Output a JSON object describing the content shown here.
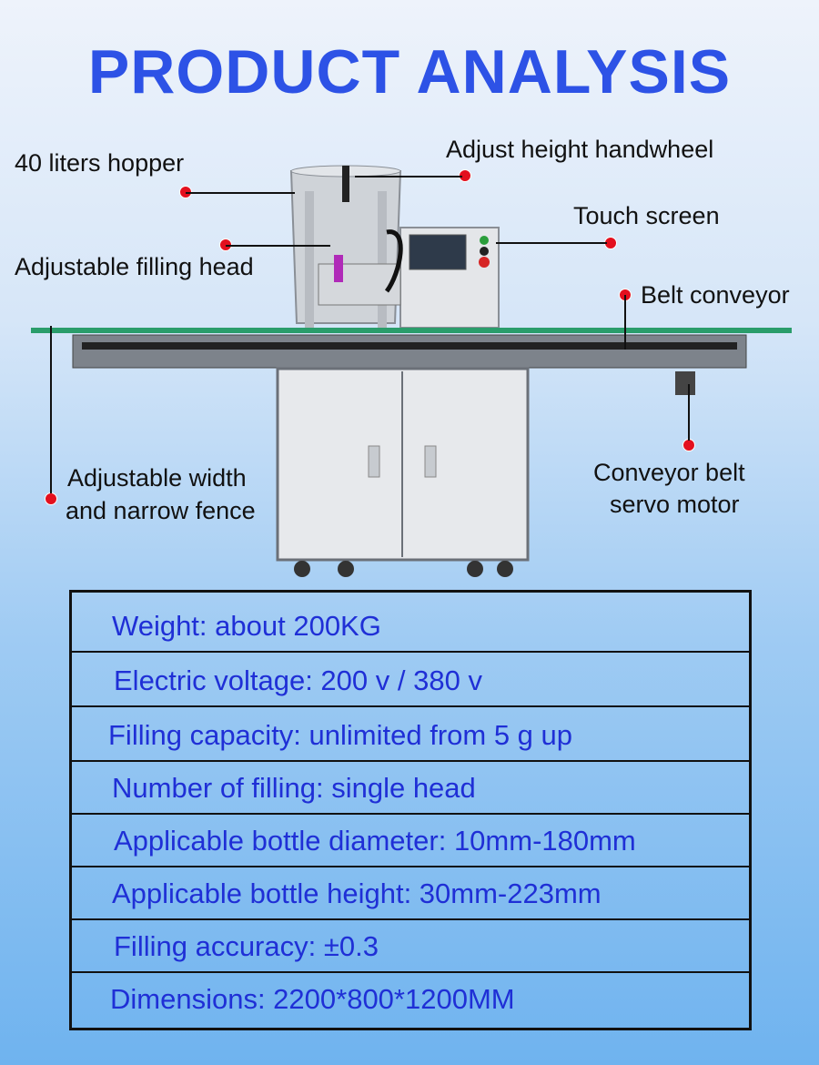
{
  "title": "PRODUCT ANALYSIS",
  "callouts": {
    "hopper": "40 liters hopper",
    "handwheel": "Adjust height handwheel",
    "touch_screen": "Touch screen",
    "filling_head": "Adjustable filling head",
    "belt_conveyor": "Belt conveyor",
    "fence_line1": "Adjustable width",
    "fence_line2": "and narrow fence",
    "servo_line1": "Conveyor belt",
    "servo_line2": "servo motor"
  },
  "specs": [
    "Weight: about 200KG",
    "Electric voltage: 200 v / 380 v",
    "Filling capacity: unlimited from 5 g up",
    "Number of filling: single head",
    "Applicable bottle diameter: 10mm-180mm",
    "Applicable bottle height: 30mm-223mm",
    "Filling accuracy: ±0.3",
    "Dimensions: 2200*800*1200MM"
  ],
  "colors": {
    "title": "#2d52e6",
    "spec_text": "#1f2fd6",
    "marker": "#e3101e"
  }
}
